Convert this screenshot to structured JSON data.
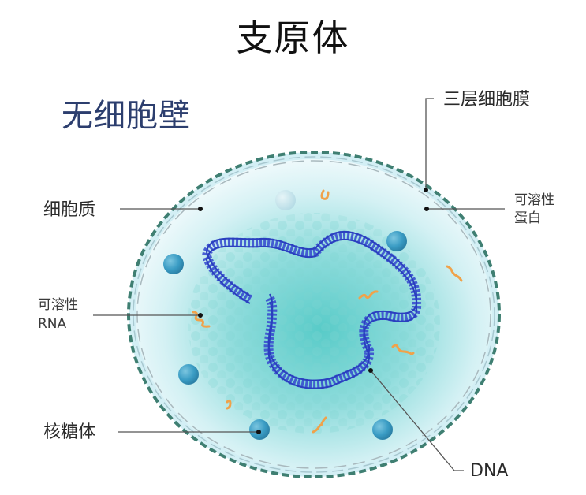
{
  "title": "支原体",
  "subtitle": "无细胞壁",
  "labels": {
    "membrane": "三层细胞膜",
    "cytoplasm": "细胞质",
    "soluble_protein_line1": "可溶性",
    "soluble_protein_line2": "蛋白",
    "soluble_rna_line1": "可溶性",
    "soluble_rna_line2": "RNA",
    "ribosome": "核糖体",
    "dna": "DNA"
  },
  "colors": {
    "title": "#111111",
    "subtitle": "#2c3e6e",
    "membrane_outer": "#3f7f72",
    "membrane_inner": "#9fb8c0",
    "membrane_band": "#cfeef4",
    "cytoplasm_center": "#5fd0cc",
    "cytoplasm_edge": "#eaf8fb",
    "ribosome": "#3a9cc4",
    "dna_strand": "#2a3fbf",
    "rna": "#f0a24a",
    "leader_line": "#555555"
  }
}
